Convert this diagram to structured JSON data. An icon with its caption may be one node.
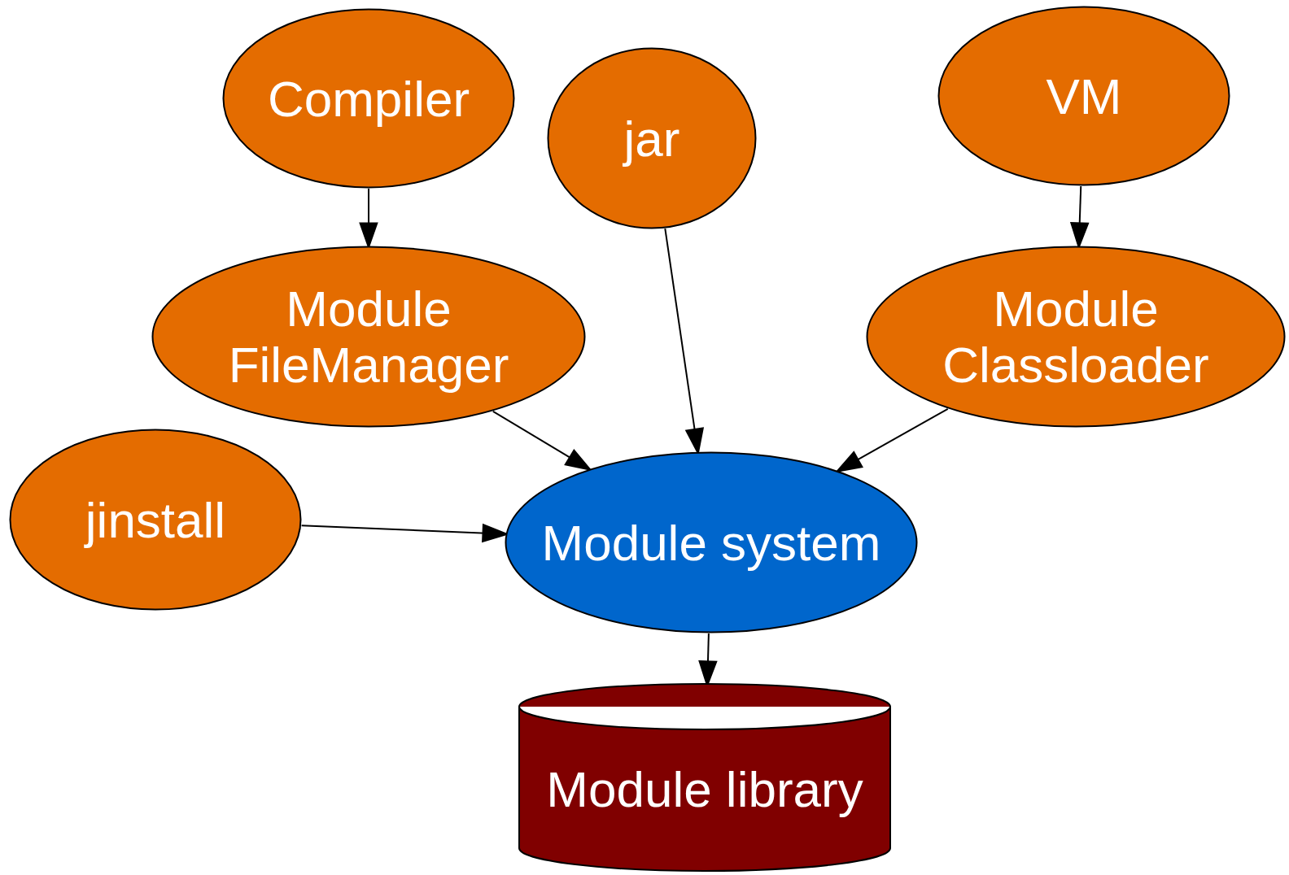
{
  "diagram": {
    "nodes": [
      {
        "text": [
          "Compiler"
        ]
      },
      {
        "text": [
          "jar"
        ]
      },
      {
        "text": [
          "VM"
        ]
      },
      {
        "text": [
          "Module FileManager"
        ]
      },
      {
        "text": [
          "Module Classloader"
        ]
      },
      {
        "text": [
          "jinstall"
        ]
      },
      {
        "text": [
          "Module system"
        ]
      },
      {
        "text": [
          "Module library"
        ]
      }
    ],
    "edges": [
      {
        "from": 0,
        "to": 3,
        "arrow": "to"
      },
      {
        "from": 2,
        "to": 4,
        "arrow": "to"
      },
      {
        "from": 1,
        "to": 6,
        "arrow": "to"
      },
      {
        "from": 3,
        "to": 6,
        "arrow": "to"
      },
      {
        "from": 5,
        "to": 6,
        "arrow": "to"
      },
      {
        "from": 4,
        "to": 6,
        "arrow": "to"
      },
      {
        "from": 6,
        "to": 7,
        "arrow": "to"
      }
    ]
  }
}
